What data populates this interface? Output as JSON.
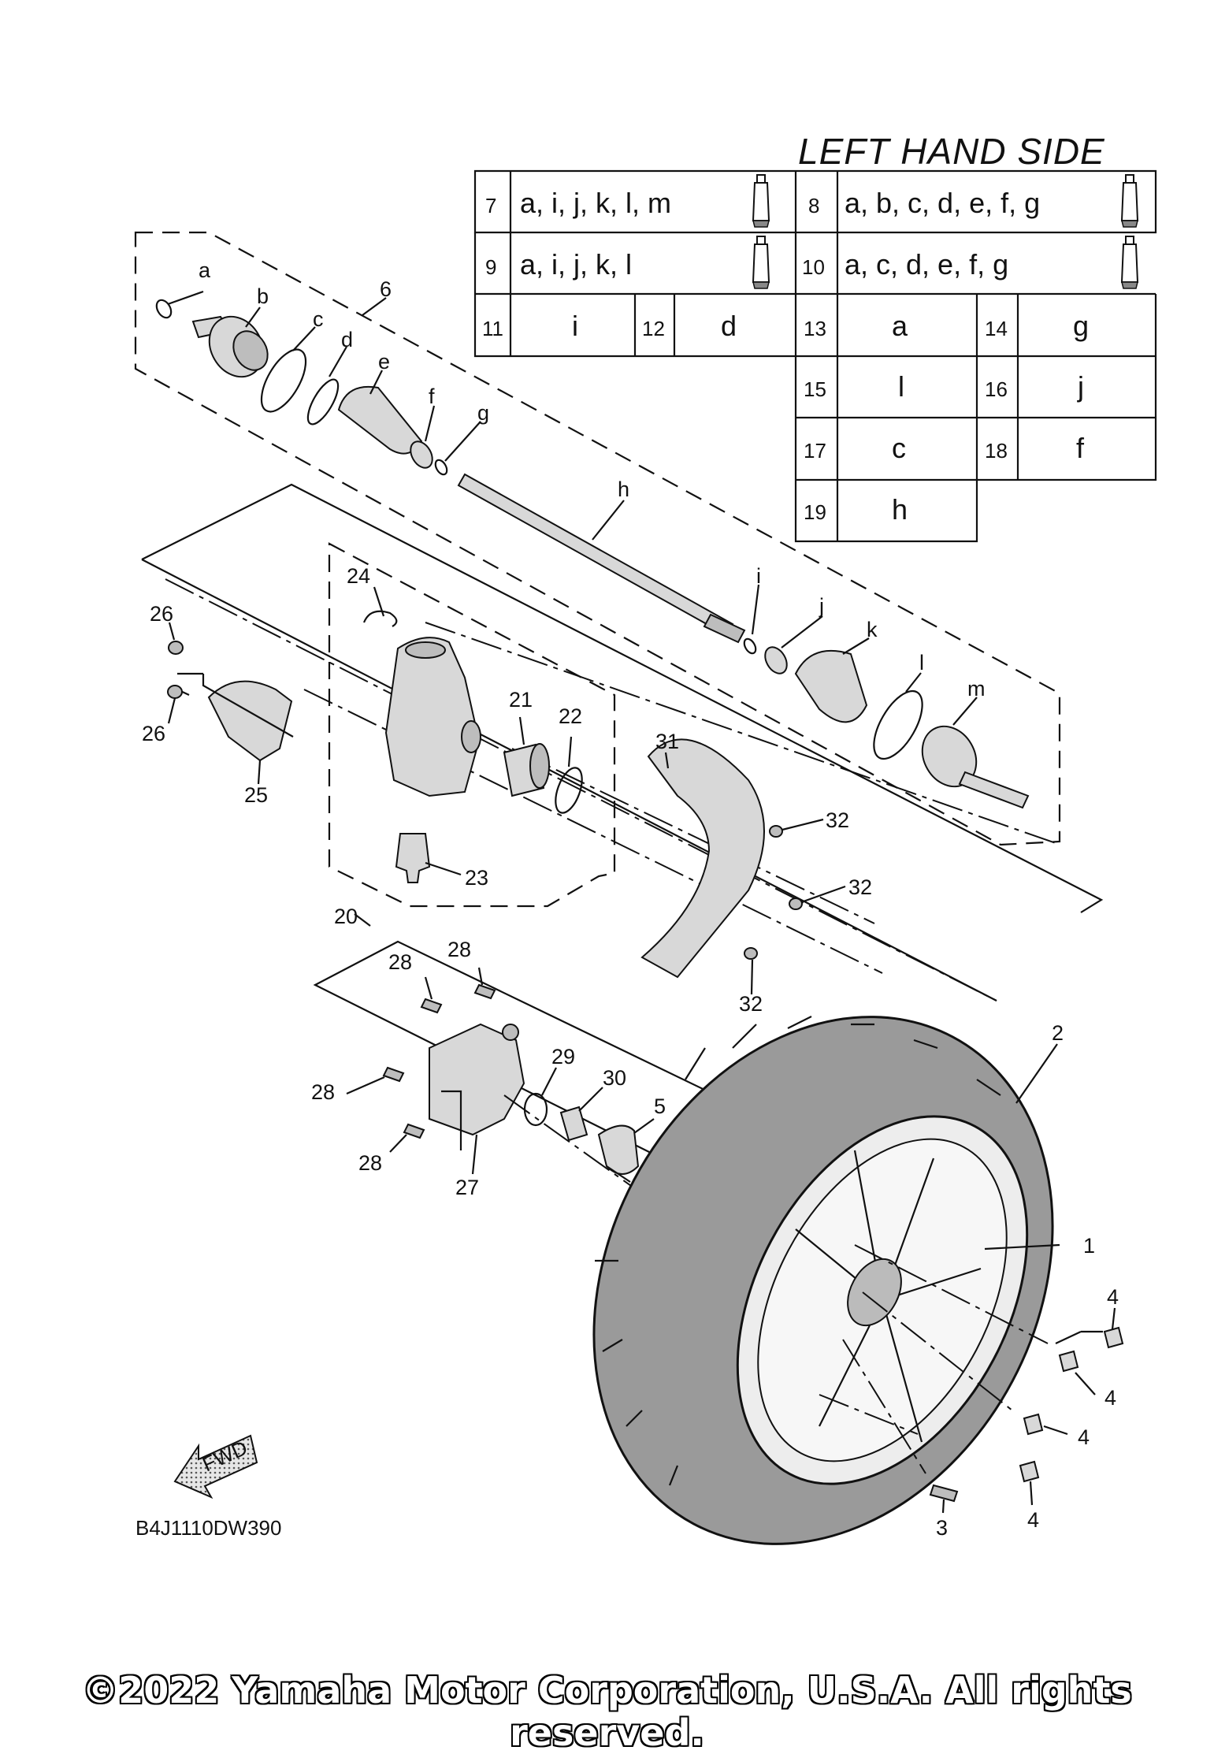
{
  "diagram": {
    "title": "LEFT HAND SIDE",
    "diagram_code": "B4J1110DW390",
    "fwd_label": "FWD",
    "copyright": "©2022 Yamaha Motor Corporation, U.S.A. All rights reserved."
  },
  "kit_table": {
    "rows": [
      [
        {
          "num": "7",
          "letters": "a, i, j, k, l, m",
          "has_tube": true
        },
        {
          "num": "8",
          "letters": "a, b, c, d, e, f, g",
          "has_tube": true
        }
      ],
      [
        {
          "num": "9",
          "letters": "a, i, j, k, l",
          "has_tube": true
        },
        {
          "num": "10",
          "letters": "a, c, d, e, f, g",
          "has_tube": true
        }
      ],
      [
        {
          "num": "11",
          "letters": "i"
        },
        {
          "num": "12",
          "letters": "d"
        },
        {
          "num": "13",
          "letters": "a"
        },
        {
          "num": "14",
          "letters": "g"
        }
      ],
      [
        {
          "num": "15",
          "letters": "l"
        },
        {
          "num": "16",
          "letters": "j"
        }
      ],
      [
        {
          "num": "17",
          "letters": "c"
        },
        {
          "num": "18",
          "letters": "f"
        }
      ],
      [
        {
          "num": "19",
          "letters": "h"
        }
      ]
    ]
  },
  "callouts": {
    "letters": [
      "a",
      "b",
      "c",
      "d",
      "e",
      "f",
      "g",
      "h",
      "i",
      "j",
      "k",
      "l",
      "m"
    ],
    "numbers": [
      "1",
      "2",
      "3",
      "4",
      "4",
      "4",
      "4",
      "5",
      "6",
      "20",
      "21",
      "22",
      "23",
      "24",
      "25",
      "26",
      "26",
      "27",
      "28",
      "28",
      "28",
      "28",
      "29",
      "30",
      "31",
      "32",
      "32",
      "32"
    ]
  },
  "icons": {
    "grease_tube": "grease-tube-icon",
    "fwd_arrow": "fwd-arrow-icon"
  },
  "colors": {
    "line": "#111111",
    "part_fill": "#d8d8d8",
    "tire_fill": "#9a9a9a"
  }
}
